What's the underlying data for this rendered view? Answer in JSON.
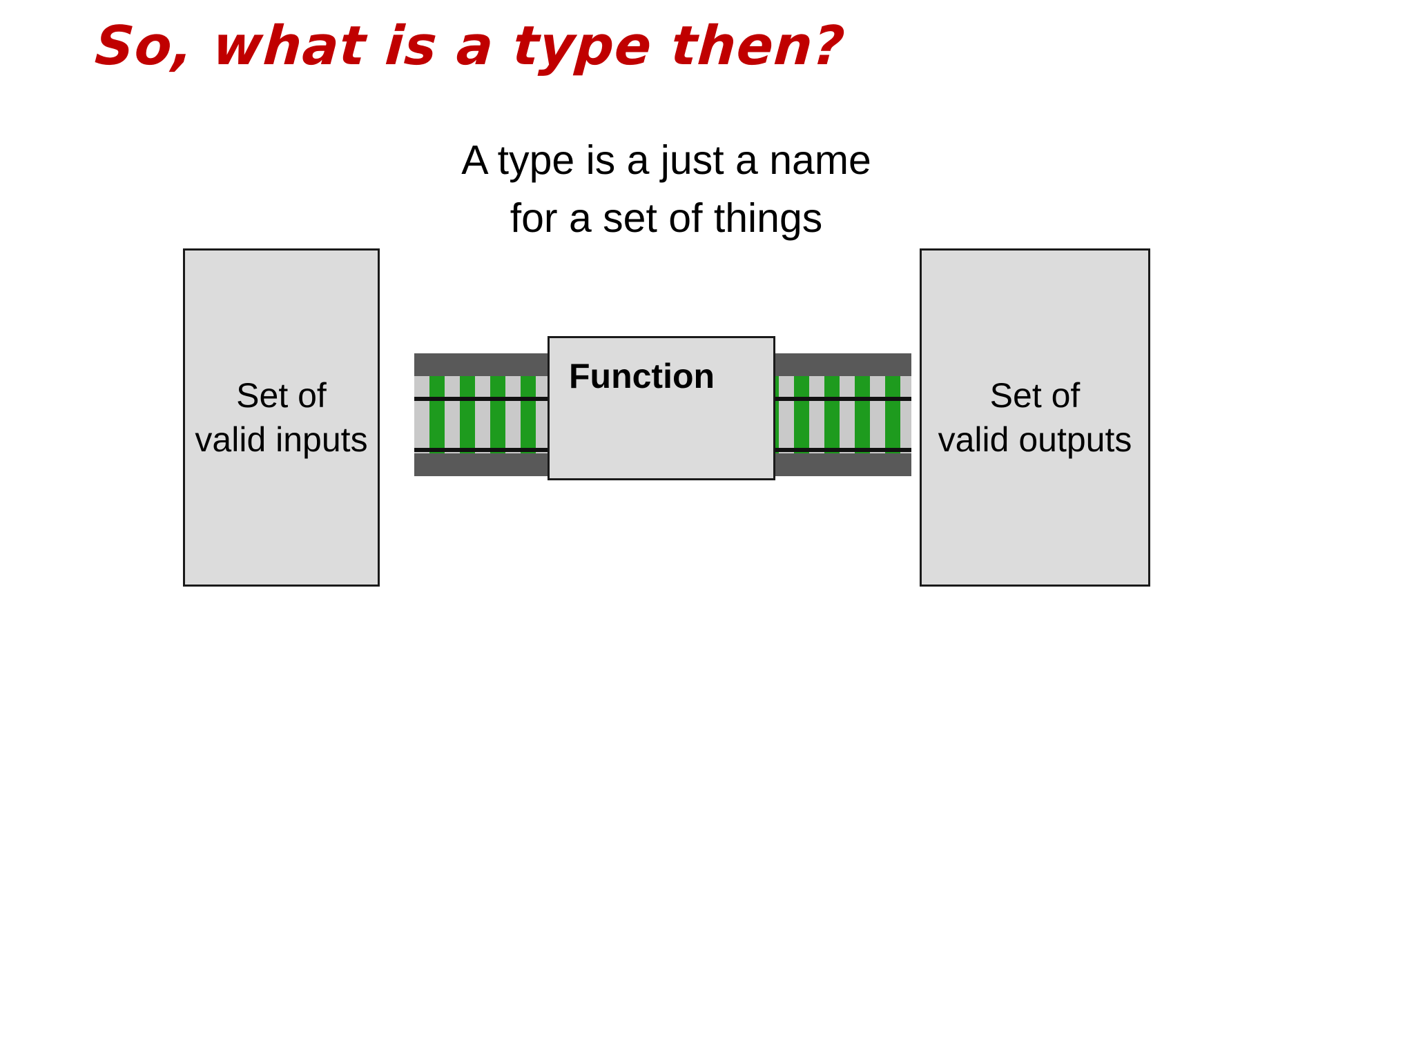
{
  "slide": {
    "background_color": "#FFFFFF",
    "title": {
      "text": "So, what is a type then?",
      "color": "#C00000"
    },
    "subtitle": {
      "line1": "A type is a just a name",
      "line2": "for a set of things",
      "color": "#000000"
    },
    "diagram": {
      "input_set": {
        "line1": "Set of",
        "line2": "valid inputs",
        "fill_color": "#DCDCDC",
        "border_color": "#1A1A1A"
      },
      "output_set": {
        "line1": "Set of",
        "line2": "valid outputs",
        "fill_color": "#DCDCDC",
        "border_color": "#1A1A1A"
      },
      "function_box": {
        "label": "Function",
        "fill_color": "#DCDCDC",
        "border_color": "#1A1A1A"
      },
      "conveyor_belt": {
        "rail_color": "#595959",
        "belt_color": "#C9C9C9",
        "slat_color": "#1E9B1E",
        "line_color": "#111111"
      }
    }
  }
}
